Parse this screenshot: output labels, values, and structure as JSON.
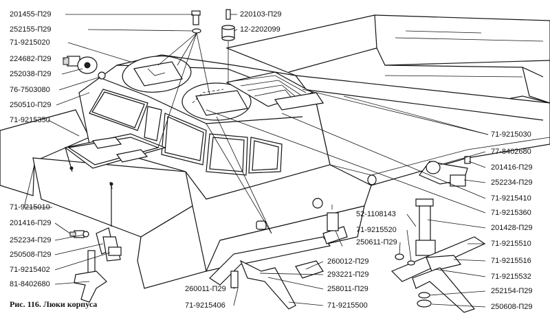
{
  "caption": "Рис. 116. Люки корпуса",
  "labels": [
    "201455-П29",
    "252155-П29",
    "71-9215020",
    "224682-П29",
    "252038-П29",
    "76-7503080",
    "250510-П29",
    "71-9215350",
    "71-9215010",
    "201416-П29",
    "252234-П29",
    "250508-П29",
    "71-9215402",
    "81-8402680",
    "260011-П29",
    "71-9215406",
    "220103-П29",
    "12-2202099",
    "71-9215030",
    "77-8402680",
    "201416-П29",
    "252234-П29",
    "71-9215410",
    "71-9215360",
    "52-1108143",
    "201428-П29",
    "71-9215520",
    "250611-П29",
    "71-9215510",
    "260012-П29",
    "71-9215516",
    "293221-П29",
    "71-9215532",
    "258011-П29",
    "252154-П29",
    "71-9215500",
    "250608-П29"
  ]
}
